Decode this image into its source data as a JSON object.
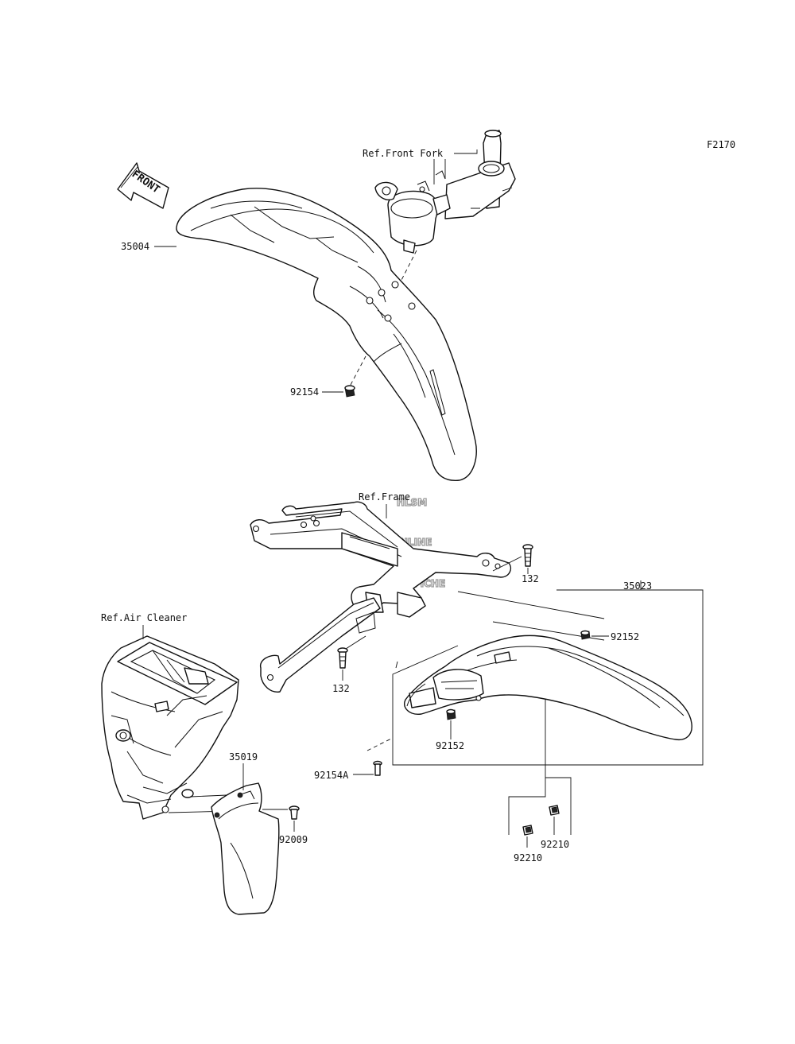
{
  "figure_code": "F2170",
  "reference_labels": {
    "front_fork": "Ref.Front Fork",
    "frame": "Ref.Frame",
    "air_cleaner": "Ref.Air Cleaner"
  },
  "direction_arrow": "FRONT",
  "part_numbers": {
    "front_fender": "35004",
    "front_fender_bolt": "92154",
    "rear_fender_assy": "35023",
    "rear_fender_bolt_upper": "92152",
    "rear_fender_bolt_lower": "92152",
    "rear_fender_bolt_a": "92154A",
    "frame_bolt_right": "132",
    "frame_bolt_left": "132",
    "mud_flap": "35019",
    "mud_flap_bolt": "92009",
    "nut_left": "92210",
    "nut_right": "92210"
  },
  "watermark": {
    "line1": "HLSM",
    "line2": "ONLINE",
    "line3": "MICROFICHE"
  }
}
